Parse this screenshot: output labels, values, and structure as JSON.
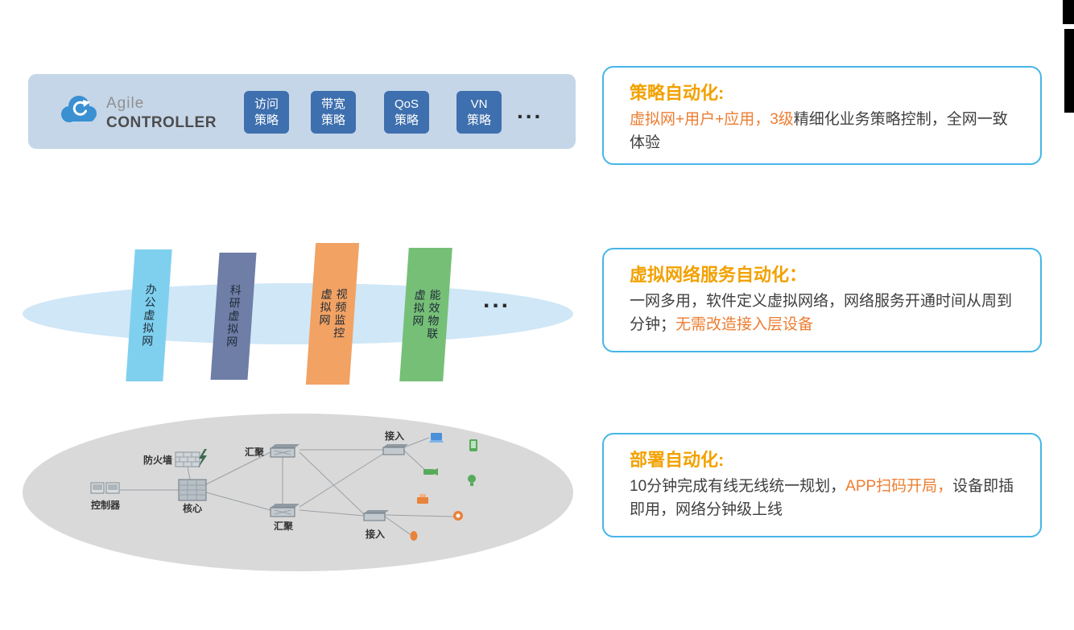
{
  "palette": {
    "banner_bg": "#c5d6e8",
    "policy_chip_bg": "#3e6fae",
    "callout_border": "#45b6e8",
    "title_accent": "#f2a100",
    "text_accent": "#ed7d31",
    "body_text": "#3f3f3f",
    "mid_ellipse": "#cfe7f7",
    "bottom_ellipse": "#d9d9d9"
  },
  "controller": {
    "brand_top": "Agile",
    "brand_bottom": "CONTROLLER",
    "policies": [
      "访问\n策略",
      "带宽\n策略",
      "QoS\n策略",
      "VN\n策略"
    ],
    "ellipsis": "..."
  },
  "virtual_networks": {
    "ellipsis": "...",
    "items": [
      {
        "label": "办公虚拟网",
        "color": "#7fd0ee"
      },
      {
        "label": "科研虚拟网",
        "color": "#6f7ea7"
      },
      {
        "label": "视频监控\n虚拟网",
        "color": "#f2a263"
      },
      {
        "label": "能效物联\n虚拟网",
        "color": "#76bf77"
      }
    ]
  },
  "topology": {
    "firewall_label": "防火墙",
    "controller_label": "控制器",
    "core_label": "核心",
    "agg1_label": "汇聚",
    "agg2_label": "汇聚",
    "access1_label": "接入",
    "access2_label": "接入"
  },
  "callouts": [
    {
      "title": "策略自动化:",
      "segments": [
        {
          "text": "虚拟网+用户+应用，3级",
          "accent": true
        },
        {
          "text": "精细化业务策略控制，全网一致体验",
          "accent": false
        }
      ]
    },
    {
      "title": "虚拟网络服务自动化：",
      "segments": [
        {
          "text": "一网多用，软件定义虚拟网络，网络服务开通时间从周到分钟；",
          "accent": false
        },
        {
          "text": "无需改造接入层设备",
          "accent": true
        }
      ]
    },
    {
      "title": "部署自动化:",
      "segments": [
        {
          "text": "10分钟完成有线无线统一规划，",
          "accent": false
        },
        {
          "text": "APP扫码开局，",
          "accent": true
        },
        {
          "text": "设备即插即用，网络分钟级上线",
          "accent": false
        }
      ]
    }
  ]
}
